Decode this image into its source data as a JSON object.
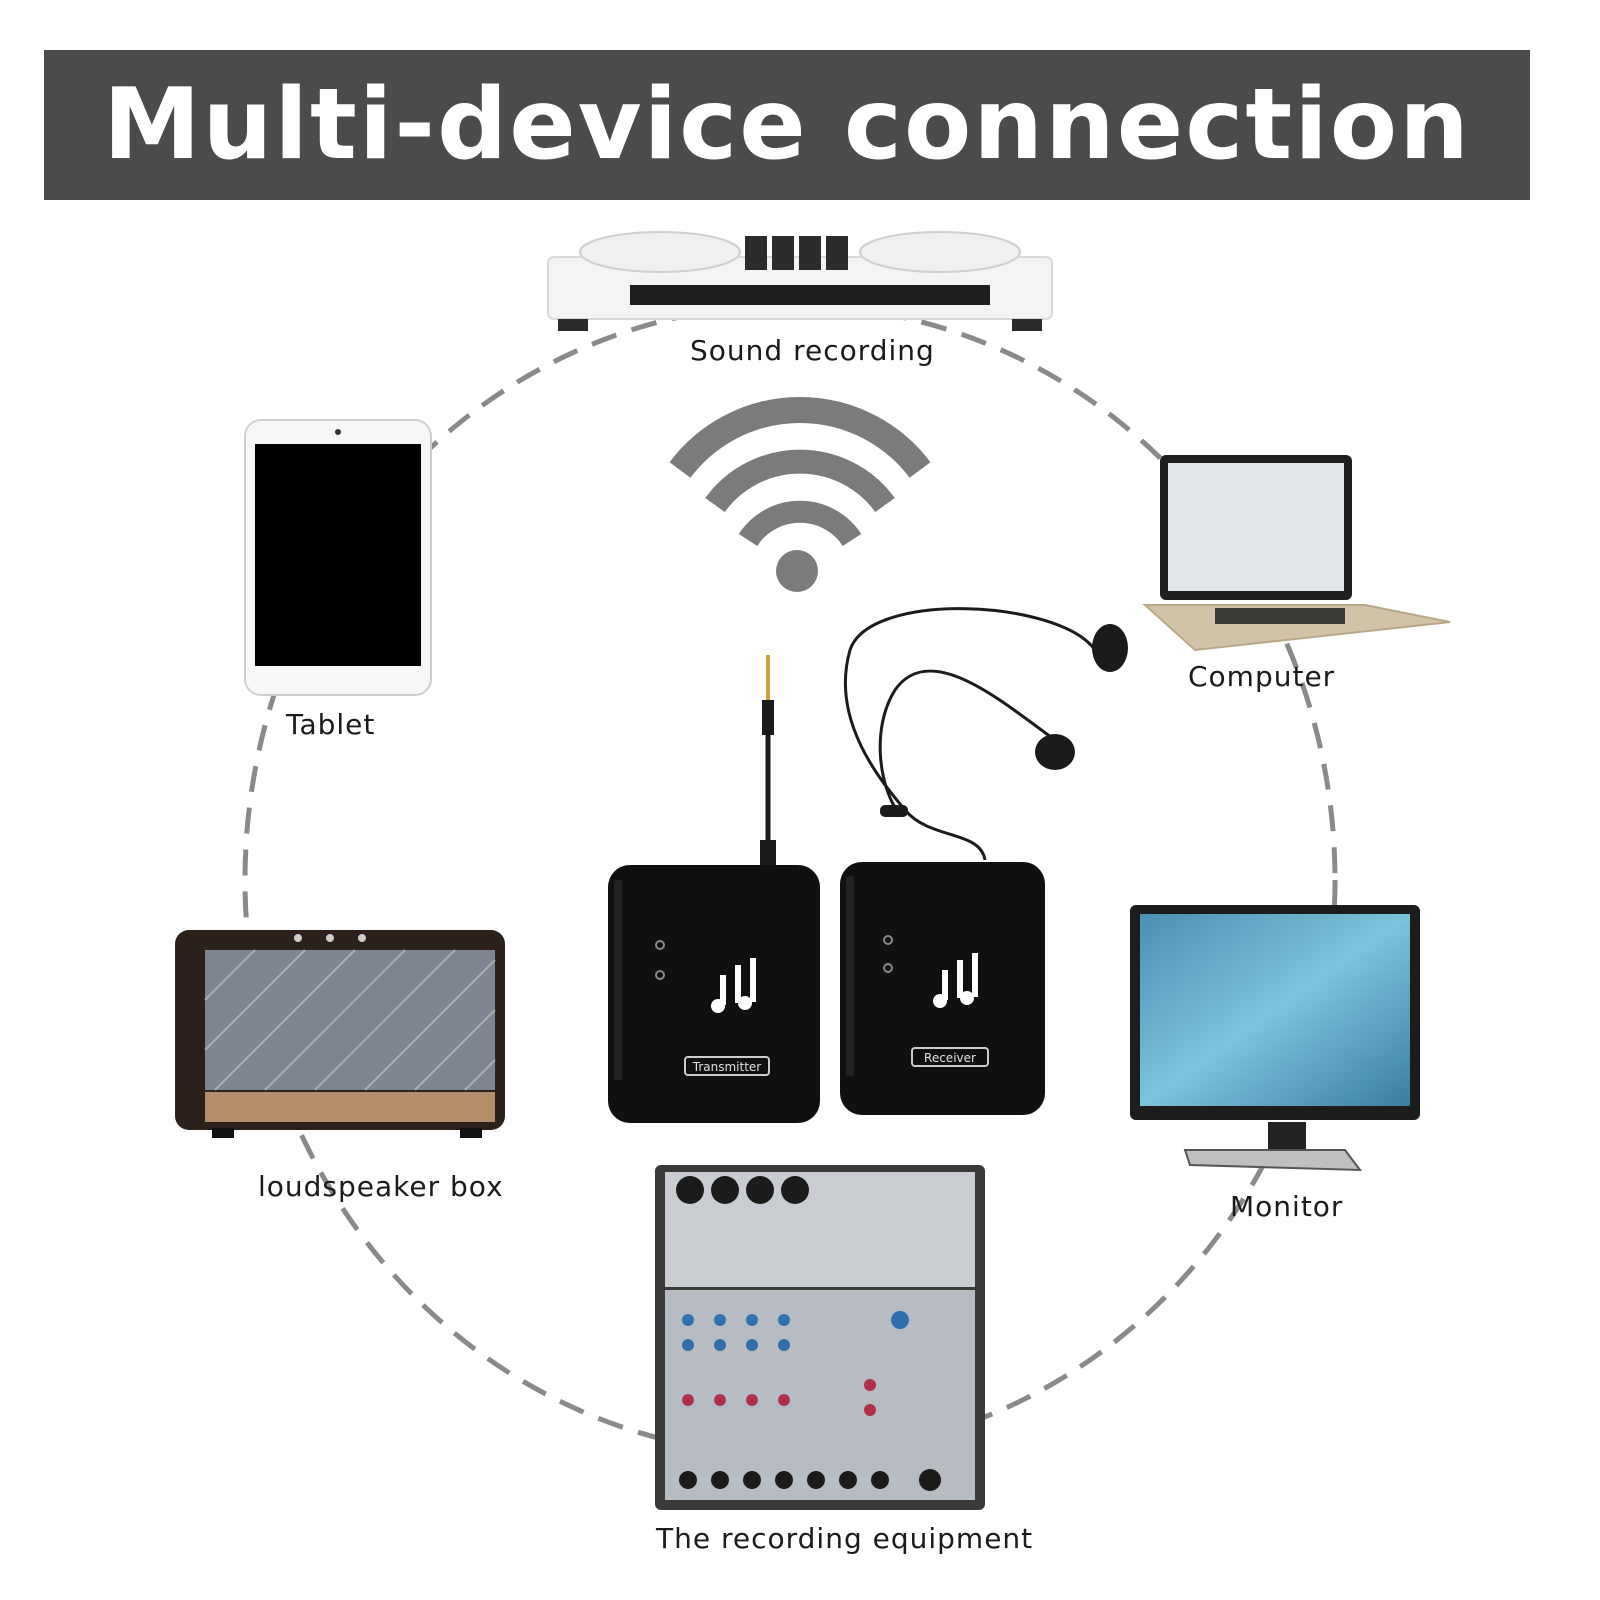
{
  "banner": {
    "title": "Multi-device connection"
  },
  "devices": {
    "sound_recording": "Sound recording",
    "tablet": "Tablet",
    "computer": "Computer",
    "loudspeaker_box": "loudspeaker box",
    "monitor": "Monitor",
    "recording_equipment": "The recording equipment"
  },
  "center": {
    "transmitter_label": "Transmitter",
    "receiver_label": "Receiver"
  },
  "icons": [
    "wifi-icon",
    "music-note-icon"
  ]
}
